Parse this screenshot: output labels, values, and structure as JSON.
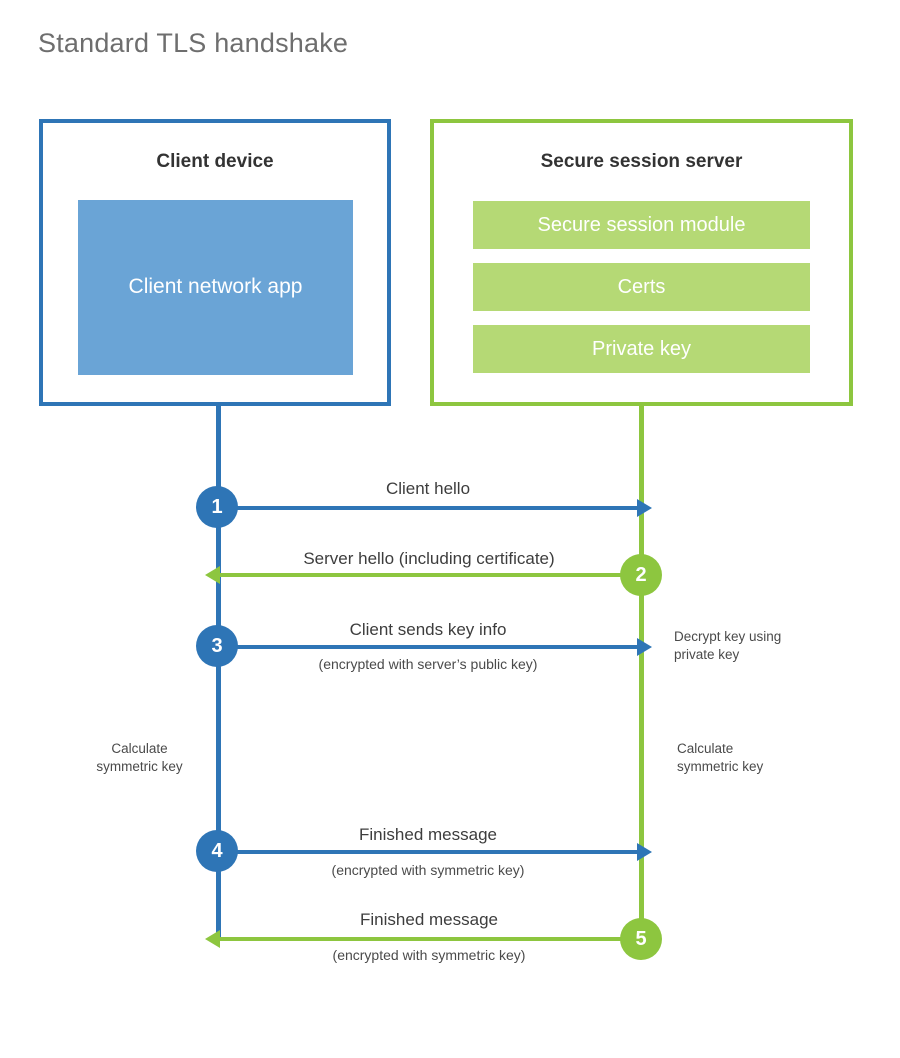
{
  "title": "Standard TLS handshake",
  "colors": {
    "client_border": "#2e75b6",
    "client_fill": "#6aa4d6",
    "server_border": "#8dc63f",
    "server_fill": "#b5d975",
    "title_text": "#6e6e6e",
    "body_text": "#3d3d3d",
    "background": "#ffffff"
  },
  "client": {
    "title": "Client device",
    "app_label": "Client network app"
  },
  "server": {
    "title": "Secure session server",
    "modules": [
      {
        "label": "Secure session module"
      },
      {
        "label": "Certs"
      },
      {
        "label": "Private key"
      }
    ]
  },
  "steps": [
    {
      "number": "1",
      "label": "Client hello",
      "sublabel": "",
      "direction": "client-to-server",
      "color": "blue"
    },
    {
      "number": "2",
      "label": "Server hello (including certificate)",
      "sublabel": "",
      "direction": "server-to-client",
      "color": "green"
    },
    {
      "number": "3",
      "label": "Client sends key info",
      "sublabel": "(encrypted with server’s public key)",
      "direction": "client-to-server",
      "color": "blue"
    },
    {
      "number": "4",
      "label": "Finished message",
      "sublabel": "(encrypted with symmetric key)",
      "direction": "client-to-server",
      "color": "blue"
    },
    {
      "number": "5",
      "label": "Finished message",
      "sublabel": "(encrypted with symmetric key)",
      "direction": "server-to-client",
      "color": "green"
    }
  ],
  "annotations": {
    "server_decrypt": "Decrypt key using\nprivate key",
    "client_calculate": "Calculate\nsymmetric key",
    "server_calculate": "Calculate\nsymmetric key"
  }
}
